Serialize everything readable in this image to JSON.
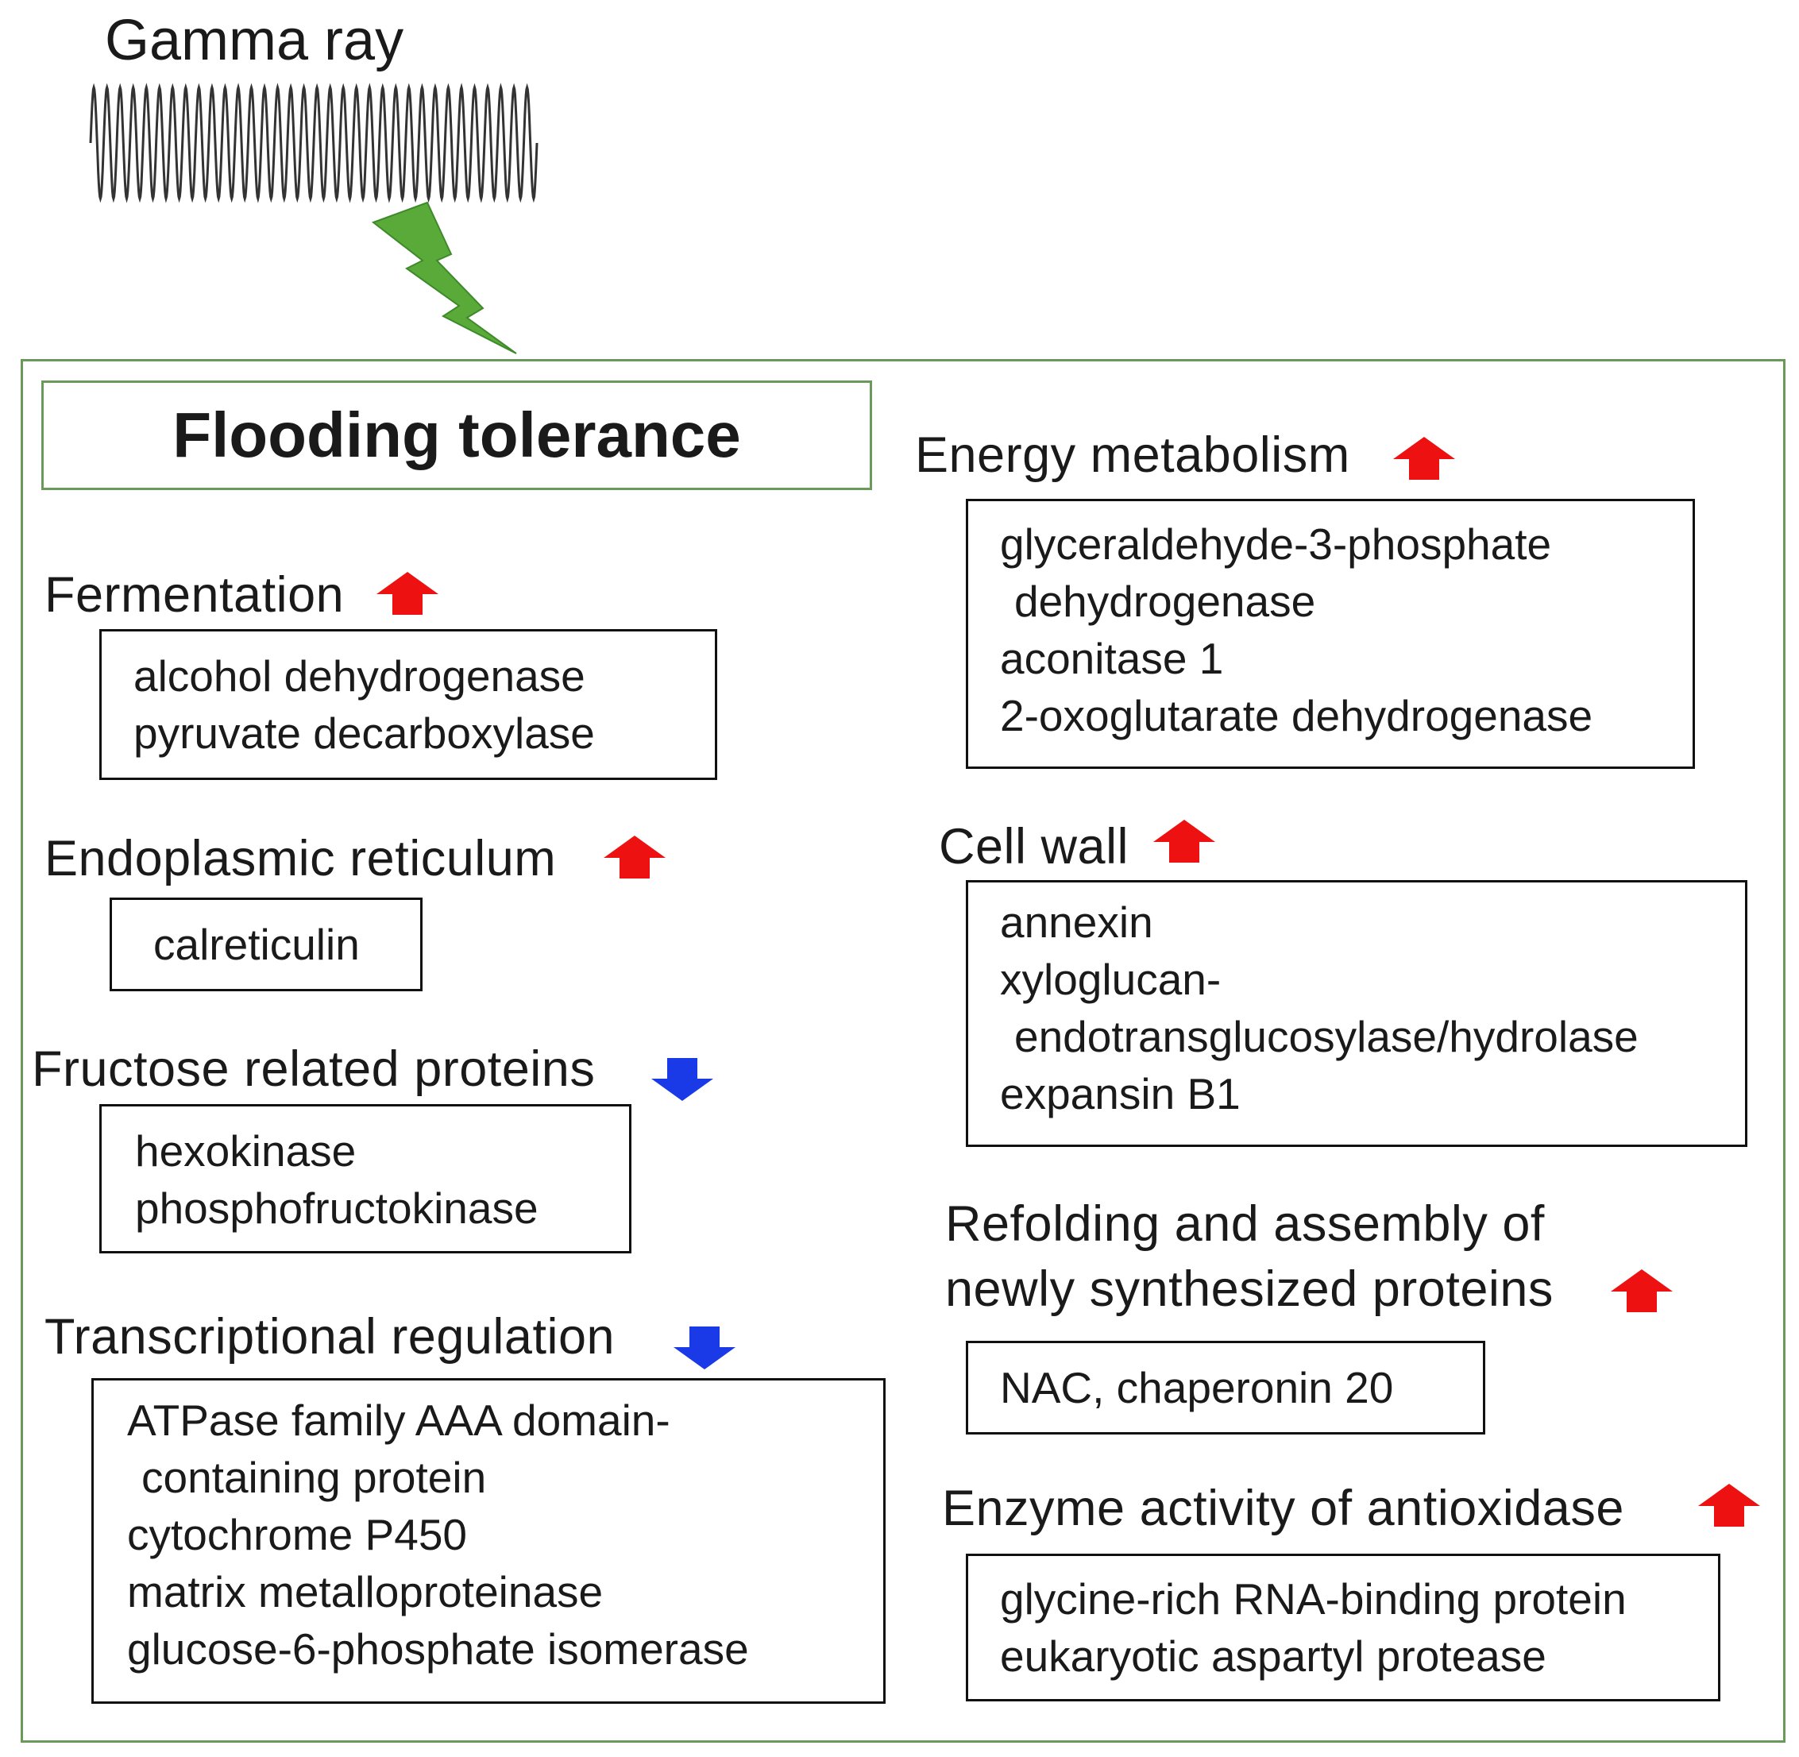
{
  "gamma": {
    "label": "Gamma ray"
  },
  "main_title": "Flooding tolerance",
  "colors": {
    "frame": "#6a9a5a",
    "bolt": "#5aaa3a",
    "up_arrow": "#ee1111",
    "down_arrow": "#1a3ae8"
  },
  "groups": {
    "fermentation": {
      "title": "Fermentation",
      "trend": "up",
      "items": [
        "alcohol dehydrogenase",
        "pyruvate decarboxylase"
      ]
    },
    "er": {
      "title": "Endoplasmic reticulum",
      "trend": "up",
      "items": [
        "calreticulin"
      ]
    },
    "fructose": {
      "title": "Fructose related proteins",
      "trend": "down",
      "items": [
        "hexokinase",
        "phosphofructokinase"
      ]
    },
    "transcription": {
      "title": "Transcriptional regulation",
      "trend": "down",
      "items": [
        "ATPase family AAA domain-",
        "containing protein",
        "cytochrome P450",
        "matrix metalloproteinase",
        "glucose-6-phosphate isomerase"
      ]
    },
    "energy": {
      "title": "Energy metabolism",
      "trend": "up",
      "items": [
        "glyceraldehyde-3-phosphate",
        "dehydrogenase",
        "aconitase 1",
        "2-oxoglutarate dehydrogenase"
      ]
    },
    "cellwall": {
      "title": "Cell wall",
      "trend": "up",
      "items": [
        "annexin",
        "xyloglucan-",
        "endotransglucosylase/hydrolase",
        "expansin B1"
      ]
    },
    "refolding": {
      "title_line1": "Refolding and assembly of",
      "title_line2": "newly synthesized proteins",
      "trend": "up",
      "items": [
        "NAC, chaperonin 20"
      ]
    },
    "antioxidase": {
      "title": "Enzyme activity of antioxidase",
      "trend": "up",
      "items": [
        "glycine-rich RNA-binding protein",
        "eukaryotic aspartyl protease"
      ]
    }
  }
}
